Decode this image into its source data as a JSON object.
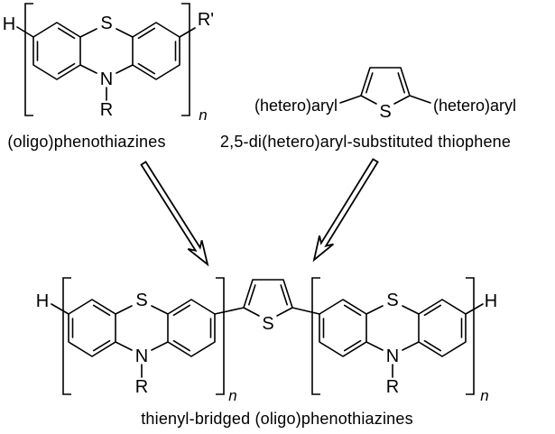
{
  "figure": {
    "kind": "reaction-scheme",
    "ink_color": "#000000",
    "background_color": "#ffffff"
  },
  "precursors": {
    "phenothiazine": {
      "caption": "(oligo)phenothiazines",
      "sulfur": "S",
      "nitrogen": "N",
      "left_terminal": "H",
      "right_terminal": "R'",
      "n_substituent": "R",
      "repeat": "n"
    },
    "thiophene": {
      "caption": "2,5-di(hetero)aryl-substituted thiophene",
      "sulfur": "S",
      "left_substituent": "(hetero)aryl",
      "right_substituent": "(hetero)aryl"
    }
  },
  "product": {
    "caption": "thienyl-bridged (oligo)phenothiazines",
    "left_unit": {
      "sulfur": "S",
      "nitrogen": "N",
      "terminal": "H",
      "n_substituent": "R",
      "repeat": "n"
    },
    "bridge_thiophene": {
      "sulfur": "S"
    },
    "right_unit": {
      "sulfur": "S",
      "nitrogen": "N",
      "terminal": "H",
      "n_substituent": "R",
      "repeat": "n"
    }
  }
}
